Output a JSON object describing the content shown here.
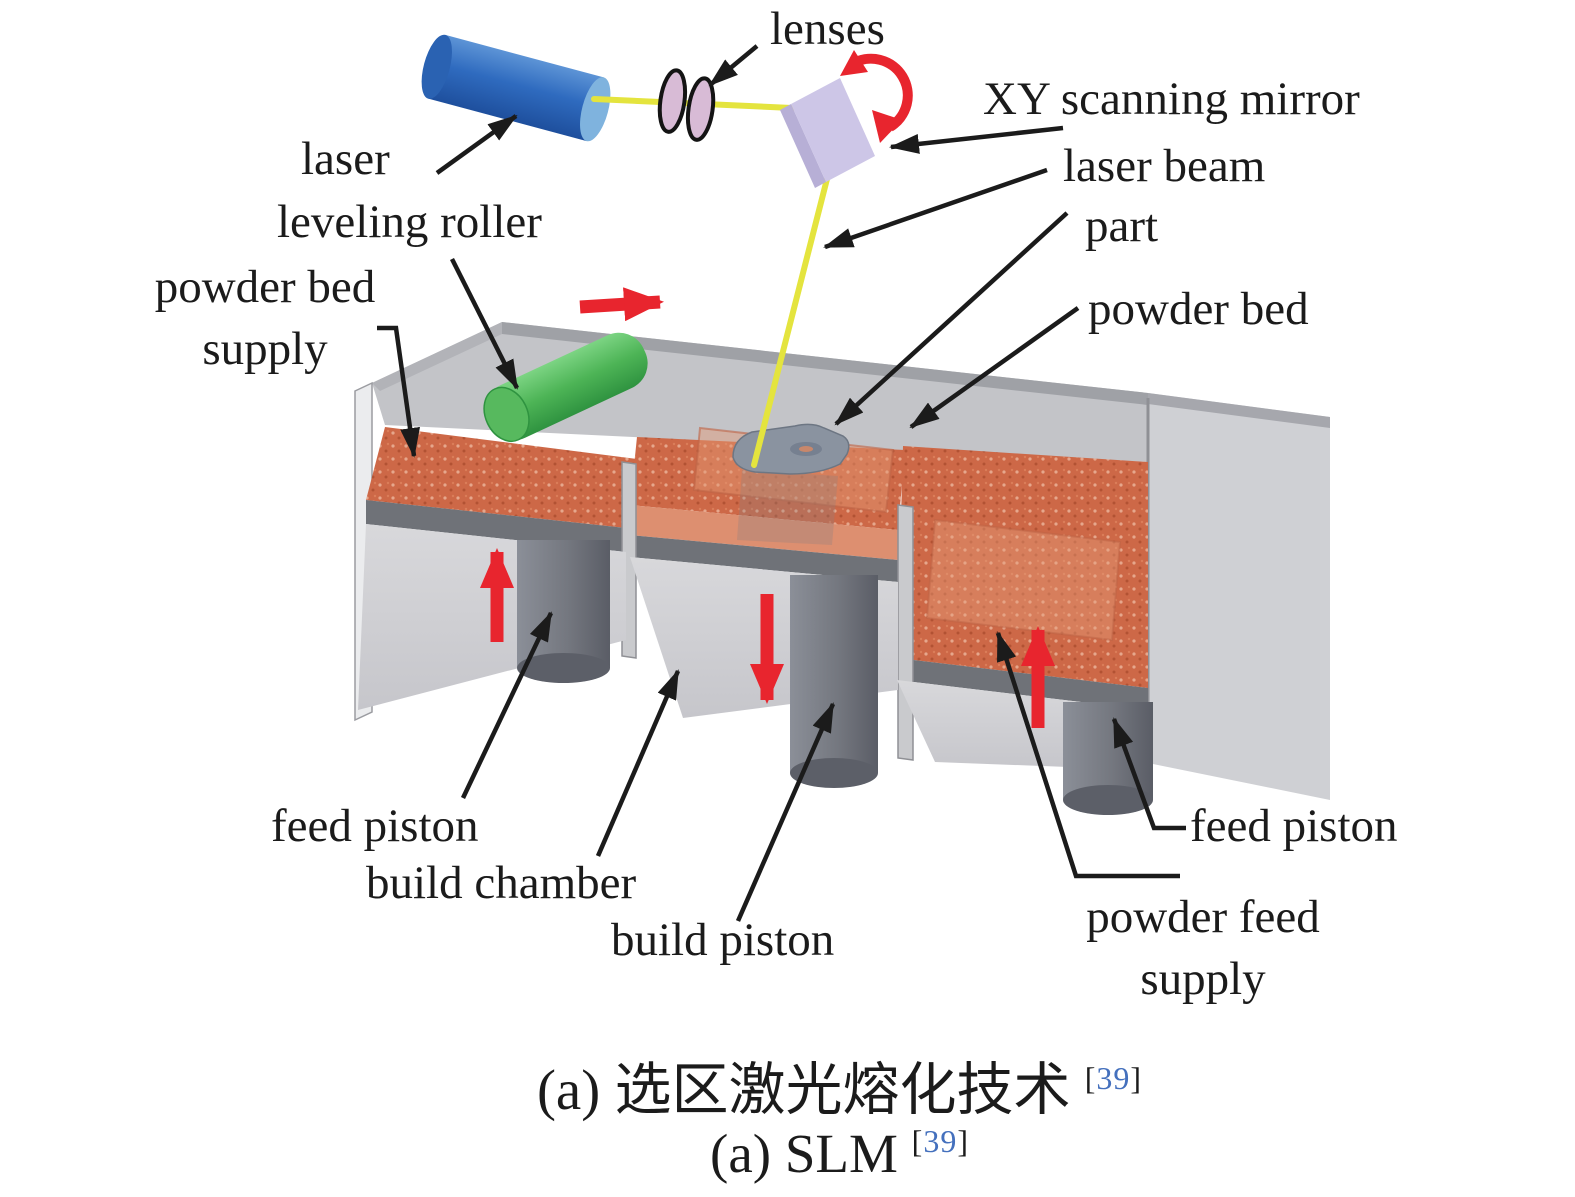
{
  "labels": {
    "lenses": "lenses",
    "laser": "laser",
    "xy_scanning_mirror": "XY scanning mirror",
    "laser_beam": "laser beam",
    "part": "part",
    "powder_bed": "powder bed",
    "leveling_roller": "leveling roller",
    "powder_bed_supply_line1": "powder bed",
    "powder_bed_supply_line2": "supply",
    "feed_piston_left": "feed piston",
    "build_chamber": "build chamber",
    "build_piston": "build piston",
    "feed_piston_right": "feed piston",
    "powder_feed_supply_line1": "powder feed",
    "powder_feed_supply_line2": "supply"
  },
  "caption": {
    "line1_prefix": "(a) ",
    "line1_text": "选区激光熔化技术",
    "line1_ref_open": "[",
    "line1_ref_num": "39",
    "line1_ref_close": "]",
    "line2_prefix": "(a) ",
    "line2_text": "SLM",
    "line2_ref_open": "[",
    "line2_ref_num": "39",
    "line2_ref_close": "]"
  },
  "colors": {
    "laser_body_blue": "#2f6bbf",
    "laser_beam_yellow": "#e4e43e",
    "lens_pink": "#d8bbd6",
    "mirror_lavender": "#cdc6e7",
    "roller_green": "#4db456",
    "powder_orange": "#cd6847",
    "machine_wall_gray": "#c3c4c8",
    "piston_gray": "#74777f",
    "direction_arrow_red": "#e8252e",
    "annotation_black": "#1b1b1b",
    "reference_blue": "#4470bd"
  }
}
